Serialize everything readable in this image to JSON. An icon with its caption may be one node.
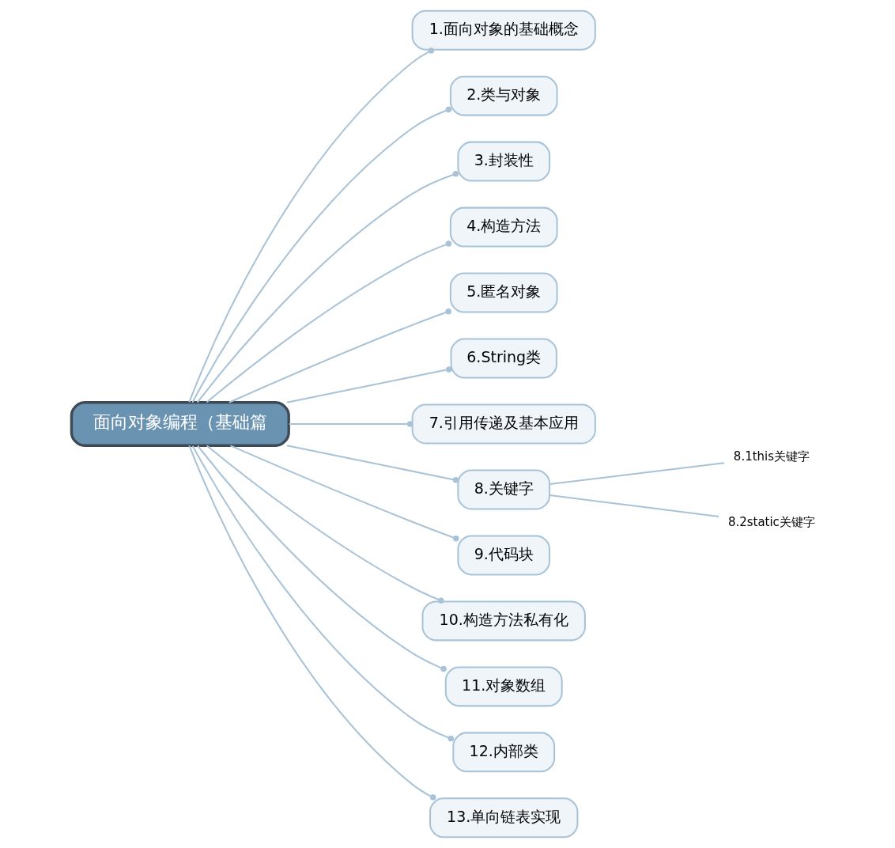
{
  "diagram": {
    "nodes": [
      {
        "text": [
          "面向对象编程（基础篇"
        ]
      },
      {
        "text": [
          "1.面向对象的基础概念"
        ]
      },
      {
        "text": [
          "2.类与对象"
        ]
      },
      {
        "text": [
          "3.封装性"
        ]
      },
      {
        "text": [
          "4.构造方法"
        ]
      },
      {
        "text": [
          "5.匿名对象"
        ]
      },
      {
        "text": [
          "6.String类"
        ]
      },
      {
        "text": [
          "7.引用传递及基本应用"
        ]
      },
      {
        "text": [
          "8.关键字"
        ]
      },
      {
        "text": [
          "9.代码块"
        ]
      },
      {
        "text": [
          "10.构造方法私有化"
        ]
      },
      {
        "text": [
          "11.对象数组"
        ]
      },
      {
        "text": [
          "12.内部类"
        ]
      },
      {
        "text": [
          "13.单向链表实现"
        ]
      },
      {
        "text": [
          "8.1this关键字"
        ]
      },
      {
        "text": [
          "8.2static关键字"
        ]
      }
    ],
    "edges": [
      {
        "from": 0,
        "to": 1,
        "arrow": "other"
      },
      {
        "from": 0,
        "to": 2,
        "arrow": "other"
      },
      {
        "from": 0,
        "to": 3,
        "arrow": "other"
      },
      {
        "from": 0,
        "to": 4,
        "arrow": "other"
      },
      {
        "from": 0,
        "to": 5,
        "arrow": "other"
      },
      {
        "from": 0,
        "to": 6,
        "arrow": "other"
      },
      {
        "from": 0,
        "to": 7,
        "arrow": "other"
      },
      {
        "from": 0,
        "to": 8,
        "arrow": "other"
      },
      {
        "from": 0,
        "to": 9,
        "arrow": "other"
      },
      {
        "from": 0,
        "to": 10,
        "arrow": "other"
      },
      {
        "from": 0,
        "to": 11,
        "arrow": "other"
      },
      {
        "from": 0,
        "to": 12,
        "arrow": "other"
      },
      {
        "from": 0,
        "to": 13,
        "arrow": "other"
      },
      {
        "from": 8,
        "to": 14,
        "arrow": "none"
      },
      {
        "from": 8,
        "to": 15,
        "arrow": "none"
      }
    ]
  }
}
